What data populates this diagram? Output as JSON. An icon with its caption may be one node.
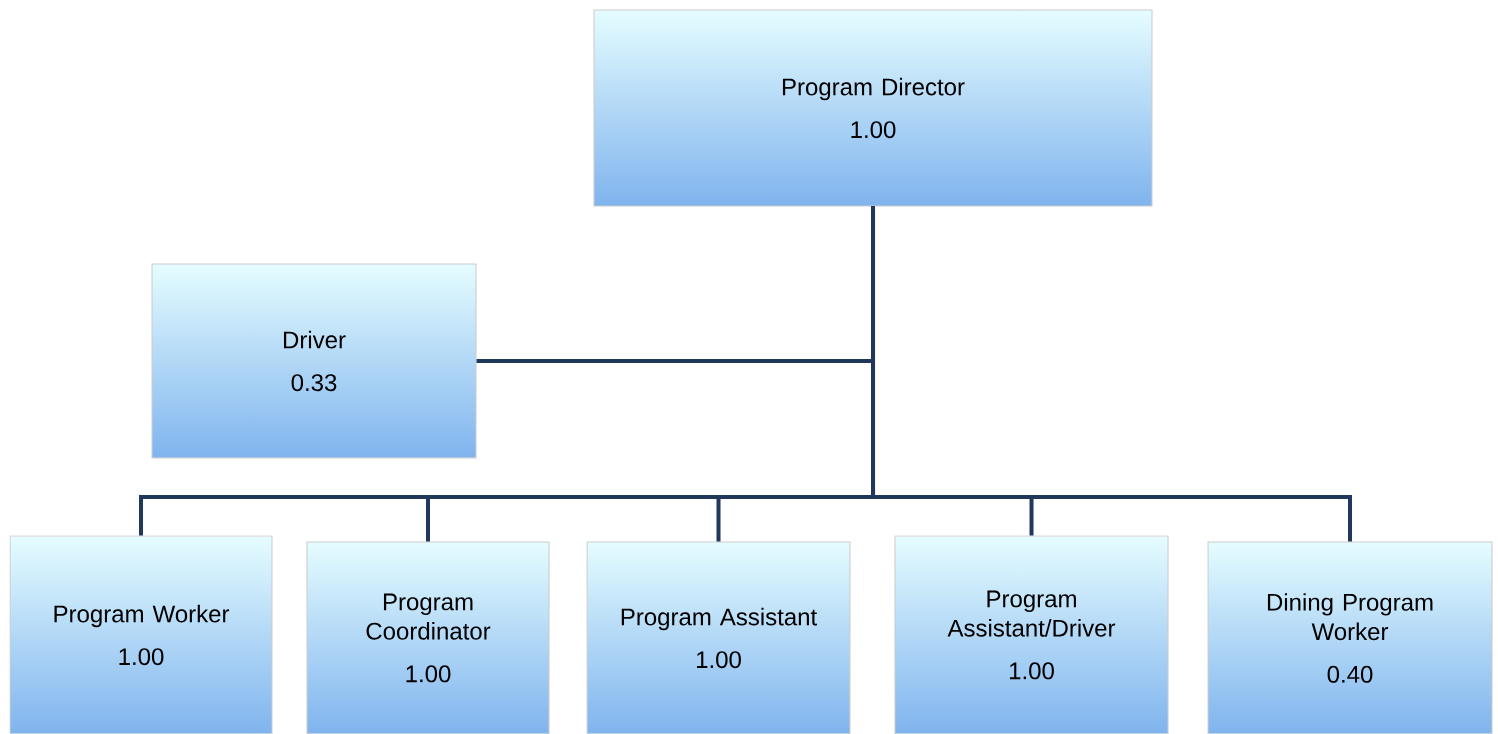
{
  "diagram": {
    "nodes": [
      {
        "text": [
          "Program Director",
          "1.00"
        ]
      },
      {
        "text": [
          "Driver",
          "0.33"
        ]
      },
      {
        "text": [
          "Program Worker",
          "1.00"
        ]
      },
      {
        "text": [
          "Program Coordinator",
          "1.00"
        ]
      },
      {
        "text": [
          "Program Assistant",
          "1.00"
        ]
      },
      {
        "text": [
          "Program Assistant/Driver",
          "1.00"
        ]
      },
      {
        "text": [
          "Dining Program Worker",
          "0.40"
        ]
      }
    ],
    "edges": [
      {
        "from": 0,
        "to": 1,
        "arrow": "none"
      },
      {
        "from": 0,
        "to": 2,
        "arrow": "none"
      },
      {
        "from": 0,
        "to": 3,
        "arrow": "none"
      },
      {
        "from": 0,
        "to": 4,
        "arrow": "none"
      },
      {
        "from": 0,
        "to": 5,
        "arrow": "none"
      },
      {
        "from": 0,
        "to": 6,
        "arrow": "none"
      }
    ]
  }
}
